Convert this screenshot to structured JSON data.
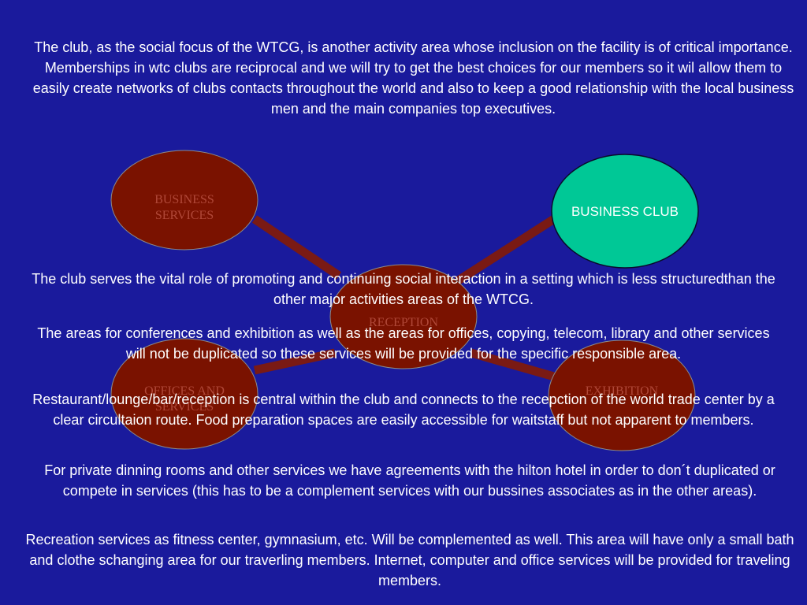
{
  "colors": {
    "background": "#1a1a9c",
    "node_fill": "#7a1200",
    "node_text": "#b04838",
    "club_fill": "#00c896",
    "connector": "#7a1a14",
    "text": "#ffffff"
  },
  "intro": "The club, as the social focus of the WTCG, is another activity area whose inclusion on the facility is of critical importance. Memberships in wtc clubs are reciprocal and we will try to get the best choices for our members so it wil allow them to easily create networks of clubs contacts throughout the world and also to keep a good relationship with the local business men and the main companies top executives.",
  "nodes": {
    "business_services": "BUSINESS SERVICES",
    "business_club": "BUSINESS CLUB",
    "reception": "RECEPTION",
    "offices_services": "OFFICES AND SERVICES",
    "exhibition": "EXHIBITION"
  },
  "paragraphs": {
    "p1": "The club serves the vital role of promoting and continuing social interaction in a setting which is less structuredthan the other major activities areas of the WTCG.",
    "p2": "The areas for conferences and exhibition as well as the areas for offices, copying, telecom, library and other services will not be duplicated so these services will be provided for the specific responsible area.",
    "p3": "Restaurant/lounge/bar/reception is central within the club and connects to the recepction of the world trade center by a clear circultaion route. Food preparation spaces are easily accessible for waitstaff but not apparent to members.",
    "p4": "For private dinning rooms and other services we have agreements with the hilton hotel in order to don´t duplicated or compete in services (this has to be a complement services with our bussines associates as in the other areas).",
    "p5": "Recreation services as fitness center, gymnasium, etc. Will be complemented as well. This area will have only a small bath and clothe schanging area for our traverling members. Internet, computer and office services will be provided for traveling members."
  }
}
